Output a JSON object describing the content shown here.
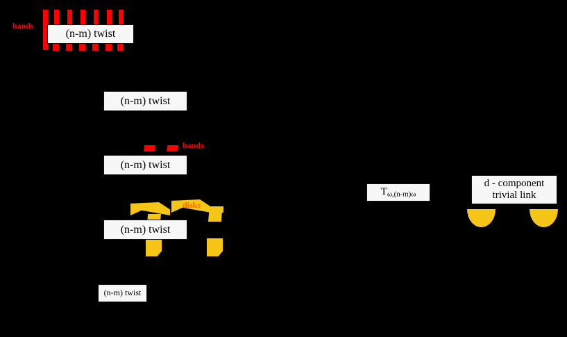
{
  "figure": {
    "background_color": "#000000",
    "colors": {
      "band_red": "#ff0000",
      "disk_yellow": "#f5c518",
      "disk_label_orange": "#f07000",
      "box_fill": "#f7f7f7",
      "box_border": "#111111"
    }
  },
  "rows": {
    "row1": {
      "box_label": "(n-m) twist",
      "annotation": "bands",
      "annotation_color": "#ff0000",
      "band_count": 6,
      "has_thick_spine": true
    },
    "row2": {
      "box_label": "(n-m) twist"
    },
    "row3": {
      "box_label": "(n-m) twist",
      "annotation": "bands",
      "annotation_color": "#ff0000",
      "band_count": 2
    },
    "row4": {
      "box_label": "(n-m) twist",
      "annotation": "disks",
      "annotation_color": "#f07000",
      "disk_count": 2
    },
    "row5": {
      "box_label": "(n-m) twist"
    }
  },
  "right": {
    "tangle": {
      "symbol": "T",
      "subscript": "ω,(n-m)ω"
    },
    "trivial_link": {
      "line1": "d - component",
      "line2": "trivial link",
      "bowl_count": 2
    }
  }
}
